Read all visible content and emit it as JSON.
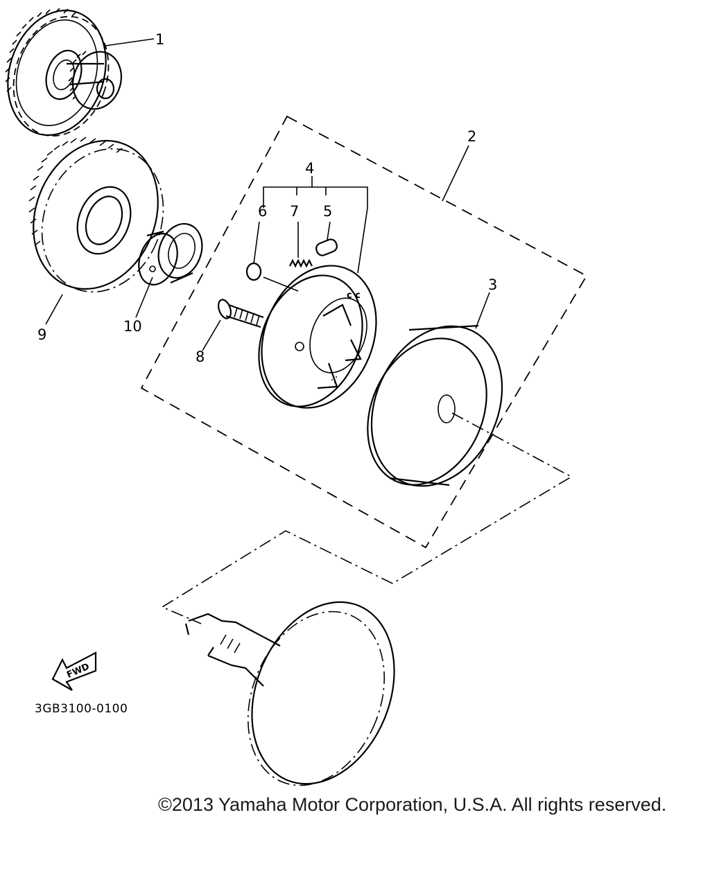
{
  "callouts": [
    {
      "id": "1",
      "text": "1"
    },
    {
      "id": "2",
      "text": "2"
    },
    {
      "id": "3",
      "text": "3"
    },
    {
      "id": "4",
      "text": "4"
    },
    {
      "id": "5",
      "text": "5"
    },
    {
      "id": "6",
      "text": "6"
    },
    {
      "id": "7",
      "text": "7"
    },
    {
      "id": "8",
      "text": "8"
    },
    {
      "id": "9",
      "text": "9"
    },
    {
      "id": "10",
      "text": "10"
    }
  ],
  "fwd_label": "FWD",
  "drawing_code": "3GB3100-0100",
  "copyright": "©2013 Yamaha Motor Corporation, U.S.A. All rights reserved."
}
